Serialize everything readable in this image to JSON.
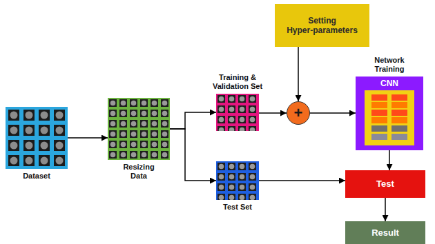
{
  "diagram": {
    "nodes": [
      {
        "text": [
          "Dataset"
        ]
      },
      {
        "text": [
          "Resizing Data"
        ]
      },
      {
        "text": [
          "Training & Validation Set"
        ]
      },
      {
        "text": [
          "Test Set"
        ]
      },
      {
        "text": [
          "Setting Hyper-parameters"
        ]
      },
      {
        "text": [
          "+"
        ]
      },
      {
        "text": [
          "Network Training",
          "CNN"
        ]
      },
      {
        "text": [
          "Test"
        ]
      },
      {
        "text": [
          "Result"
        ]
      }
    ],
    "edges": [
      {
        "from": 0,
        "to": 1,
        "arrow": "to"
      },
      {
        "from": 1,
        "to": 2,
        "arrow": "to"
      },
      {
        "from": 1,
        "to": 3,
        "arrow": "to"
      },
      {
        "from": 2,
        "to": 5,
        "arrow": "to"
      },
      {
        "from": 4,
        "to": 5,
        "arrow": "to"
      },
      {
        "from": 5,
        "to": 6,
        "arrow": "to"
      },
      {
        "from": 6,
        "to": 7,
        "arrow": "to"
      },
      {
        "from": 3,
        "to": 7,
        "arrow": "to"
      },
      {
        "from": 7,
        "to": 8,
        "arrow": "to"
      }
    ]
  }
}
